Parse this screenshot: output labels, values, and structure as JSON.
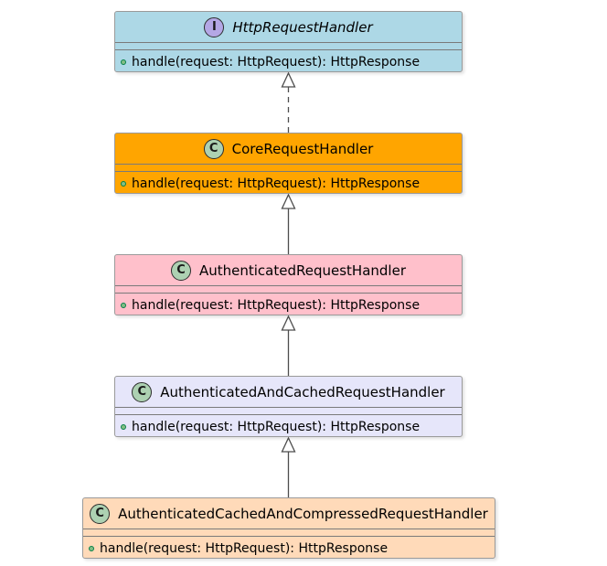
{
  "diagram": {
    "title": "",
    "classes": [
      {
        "id": "http-request-handler",
        "kind": "interface",
        "stereotype_letter": "I",
        "name": "HttpRequestHandler",
        "italic": true,
        "fill": "#add8e6",
        "methods": [
          "handle(request: HttpRequest): HttpResponse"
        ]
      },
      {
        "id": "core-request-handler",
        "kind": "class",
        "stereotype_letter": "C",
        "name": "CoreRequestHandler",
        "italic": false,
        "fill": "#ffa500",
        "methods": [
          "handle(request: HttpRequest): HttpResponse"
        ]
      },
      {
        "id": "authenticated-request-handler",
        "kind": "class",
        "stereotype_letter": "C",
        "name": "AuthenticatedRequestHandler",
        "italic": false,
        "fill": "#ffc0cb",
        "methods": [
          "handle(request: HttpRequest): HttpResponse"
        ]
      },
      {
        "id": "authenticated-and-cached-request-handler",
        "kind": "class",
        "stereotype_letter": "C",
        "name": "AuthenticatedAndCachedRequestHandler",
        "italic": false,
        "fill": "#e6e6fa",
        "methods": [
          "handle(request: HttpRequest): HttpResponse"
        ]
      },
      {
        "id": "authenticated-cached-and-compressed-request-handler",
        "kind": "class",
        "stereotype_letter": "C",
        "name": "AuthenticatedCachedAndCompressedRequestHandler",
        "italic": false,
        "fill": "#ffdab9",
        "methods": [
          "handle(request: HttpRequest): HttpResponse"
        ]
      }
    ],
    "relations": [
      {
        "from": "core-request-handler",
        "to": "http-request-handler",
        "type": "realization"
      },
      {
        "from": "authenticated-request-handler",
        "to": "core-request-handler",
        "type": "generalization"
      },
      {
        "from": "authenticated-and-cached-request-handler",
        "to": "authenticated-request-handler",
        "type": "generalization"
      },
      {
        "from": "authenticated-cached-and-compressed-request-handler",
        "to": "authenticated-and-cached-request-handler",
        "type": "generalization"
      }
    ],
    "colors": {
      "border": "#9a9a9a",
      "line": "#4d4d4d",
      "class_icon": "#add1b2",
      "interface_icon": "#b4a7e5",
      "method_dot": "#84be84"
    }
  }
}
